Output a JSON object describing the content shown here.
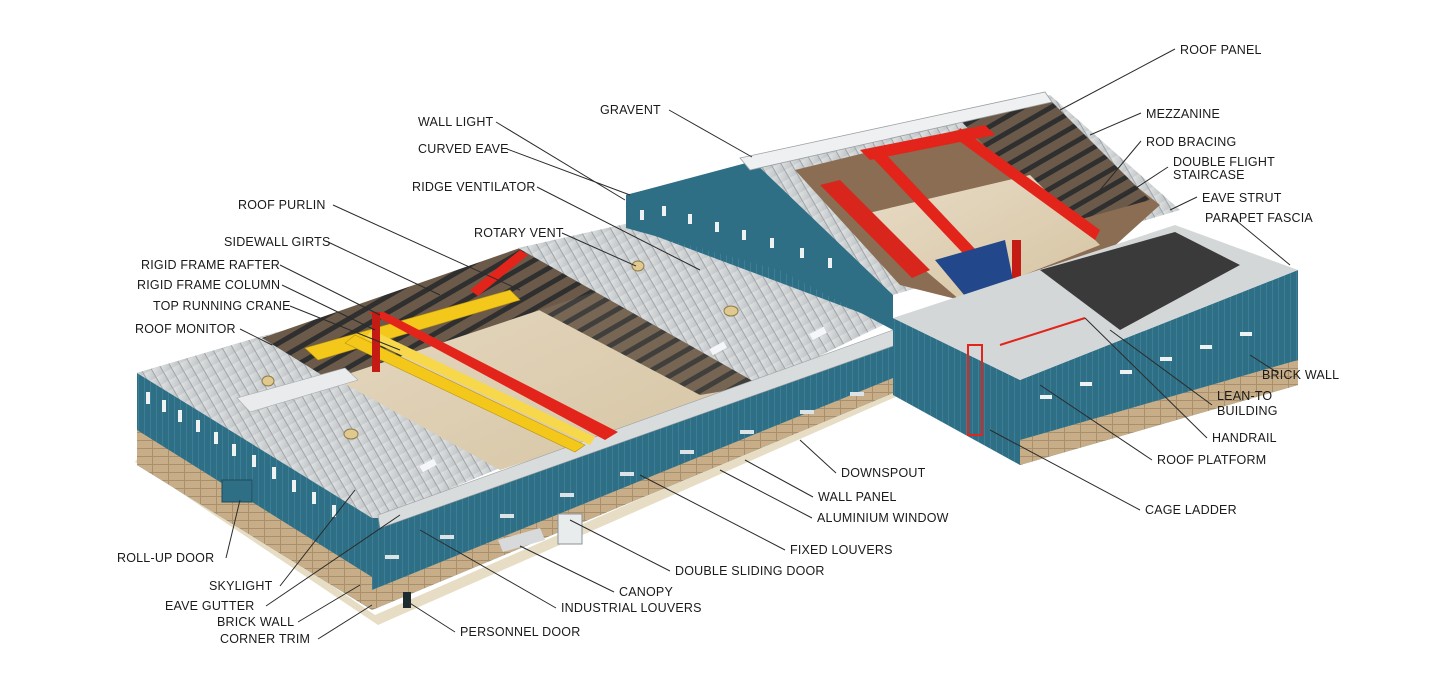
{
  "colors": {
    "wall": "#2f6f86",
    "wall_dark": "#255a6e",
    "roof": "#cfd2d3",
    "frame": "#e3241b",
    "crane": "#f4c81a",
    "brick": "#c4aa84",
    "purlin": "#3a3a3a"
  },
  "labels": [
    {
      "id": "roof-panel",
      "text": "ROOF PANEL"
    },
    {
      "id": "mezzanine",
      "text": "MEZZANINE"
    },
    {
      "id": "rod-bracing",
      "text": "ROD BRACING"
    },
    {
      "id": "double-flight-staircase-1",
      "text": "DOUBLE FLIGHT"
    },
    {
      "id": "double-flight-staircase-2",
      "text": "STAIRCASE"
    },
    {
      "id": "eave-strut",
      "text": "EAVE STRUT"
    },
    {
      "id": "parapet-fascia",
      "text": "PARAPET FASCIA"
    },
    {
      "id": "gravent",
      "text": "GRAVENT"
    },
    {
      "id": "wall-light",
      "text": "WALL LIGHT"
    },
    {
      "id": "curved-eave",
      "text": "CURVED EAVE"
    },
    {
      "id": "ridge-ventilator",
      "text": "RIDGE VENTILATOR"
    },
    {
      "id": "roof-purlin",
      "text": "ROOF PURLIN"
    },
    {
      "id": "rotary-vent",
      "text": "ROTARY VENT"
    },
    {
      "id": "sidewall-girts",
      "text": "SIDEWALL GIRTS"
    },
    {
      "id": "rigid-frame-rafter",
      "text": "RIGID FRAME RAFTER"
    },
    {
      "id": "rigid-frame-column",
      "text": "RIGID FRAME COLUMN"
    },
    {
      "id": "top-running-crane",
      "text": "TOP RUNNING CRANE"
    },
    {
      "id": "roof-monitor",
      "text": "ROOF MONITOR"
    },
    {
      "id": "brick-wall-right",
      "text": "BRICK WALL"
    },
    {
      "id": "lean-to-building-1",
      "text": "LEAN-TO"
    },
    {
      "id": "lean-to-building-2",
      "text": "BUILDING"
    },
    {
      "id": "handrail",
      "text": "HANDRAIL"
    },
    {
      "id": "roof-platform",
      "text": "ROOF PLATFORM"
    },
    {
      "id": "cage-ladder",
      "text": "CAGE LADDER"
    },
    {
      "id": "downspout",
      "text": "DOWNSPOUT"
    },
    {
      "id": "wall-panel",
      "text": "WALL PANEL"
    },
    {
      "id": "aluminium-window",
      "text": "ALUMINIUM WINDOW"
    },
    {
      "id": "fixed-louvers",
      "text": "FIXED LOUVERS"
    },
    {
      "id": "double-sliding-door",
      "text": "DOUBLE SLIDING DOOR"
    },
    {
      "id": "canopy",
      "text": "CANOPY"
    },
    {
      "id": "industrial-louvers",
      "text": "INDUSTRIAL LOUVERS"
    },
    {
      "id": "personnel-door",
      "text": "PERSONNEL DOOR"
    },
    {
      "id": "roll-up-door",
      "text": "ROLL-UP DOOR"
    },
    {
      "id": "skylight",
      "text": "SKYLIGHT"
    },
    {
      "id": "eave-gutter",
      "text": "EAVE GUTTER"
    },
    {
      "id": "brick-wall-left",
      "text": "BRICK WALL"
    },
    {
      "id": "corner-trim",
      "text": "CORNER TRIM"
    }
  ]
}
